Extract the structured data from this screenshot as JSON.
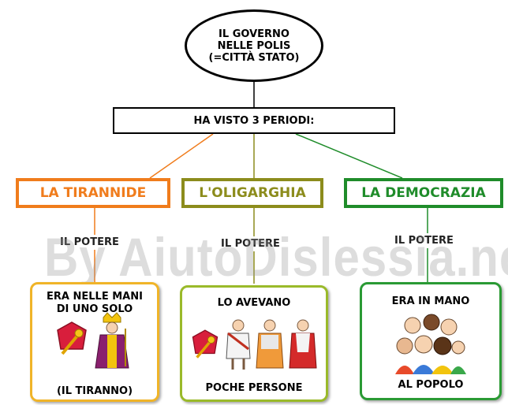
{
  "title": "IL GOVERNO\nNELLE POLIS\n(=CITTÀ STATO)",
  "periods_label": "HA VISTO 3 PERIODI:",
  "watermark": "By AiutoDislessia.net",
  "branches": [
    {
      "label": "LA TIRANNIDE",
      "color": "#f07c1c",
      "potere": "IL POTERE",
      "card_text_top": "ERA NELLE MANI\nDI UNO SOLO",
      "card_text_bottom": "(IL TIRANNO)",
      "icons": [
        "power-scepter-icon",
        "tyrant-king-icon"
      ]
    },
    {
      "label": "L'OLIGARGHIA",
      "color": "#8c8c1c",
      "potere": "IL POTERE",
      "card_text_top": "LO AVEVANO",
      "card_text_bottom": "POCHE PERSONE",
      "icons": [
        "power-scepter-icon",
        "roman-citizen-icon",
        "roman-citizen-icon",
        "roman-citizen-icon"
      ]
    },
    {
      "label": "LA DEMOCRAZIA",
      "color": "#1f8c2a",
      "potere": "IL POTERE",
      "card_text_top": "ERA IN MANO",
      "card_text_bottom": "AL POPOLO",
      "icons": [
        "crowd-of-people-icon"
      ]
    }
  ]
}
